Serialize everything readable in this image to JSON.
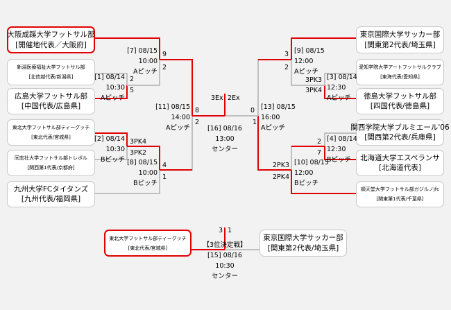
{
  "colors": {
    "winner_line": "#e00000",
    "loser_line": "#c0c0c0",
    "background": "#f2f2f2"
  },
  "teams": {
    "t1": {
      "name": "大阪成蹊大学フットサル部",
      "rep": "[開催地代表／大阪府]"
    },
    "t2": {
      "name": "新潟医療福祉大学フットサル部",
      "rep": "[北信越代表/新潟県]"
    },
    "t3": {
      "name": "広島大学フットサル部",
      "rep": "[中国代表/広島県]"
    },
    "t4": {
      "name": "東北大学フットサル部ティーグッチ",
      "rep": "[東北代表/宮城県]"
    },
    "t5": {
      "name": "同志社大学フットサル部トレボル",
      "rep": "[関西第1代表/京都府]"
    },
    "t6": {
      "name": "九州大学FCタイタンズ",
      "rep": "[九州代表/福岡県]"
    },
    "t7": {
      "name": "東京国際大学サッカー部",
      "rep": "[関東第2代表/埼玉県]"
    },
    "t8": {
      "name": "愛知学院大学アートフットサルクラブ",
      "rep": "[東海代表/愛知県]"
    },
    "t9": {
      "name": "徳島大学フットサル部",
      "rep": "[四国代表/徳島県]"
    },
    "t10": {
      "name": "関西学院大学ブルミエール'06",
      "rep": "[関西第2代表/兵庫県]"
    },
    "t11": {
      "name": "北海道大学エスペランサ",
      "rep": "[北海道代表]"
    },
    "t12": {
      "name": "順天堂大学フットサル部ガジルノjfc",
      "rep": "[関東第1代表/千葉県]"
    },
    "third_left": {
      "name": "東北大学フットサル部ティーグッチ",
      "rep": "[東北代表/宮城県]"
    },
    "third_right": {
      "name": "東京国際大学サッカー部",
      "rep": "[関東第2代表/埼玉県]"
    }
  },
  "matches": {
    "m1": {
      "no": "[1] 08/14",
      "time": "10:30",
      "pitch": "Aピッチ",
      "score_top": "2",
      "score_bottom": "5"
    },
    "m2": {
      "no": "[2] 08/14",
      "time": "10:30",
      "pitch": "Bピッチ",
      "score_top": "3PK4",
      "score_bottom": "3PK2"
    },
    "m3": {
      "no": "[3] 08/14",
      "time": "12:30",
      "pitch": "Aピッチ",
      "score_top": "3PK3",
      "score_bottom": "3PK4"
    },
    "m4": {
      "no": "[4] 08/14",
      "time": "12:30",
      "pitch": "Bピッチ",
      "score_top": "2",
      "score_bottom": "7"
    },
    "m7": {
      "no": "[7] 08/15",
      "time": "10:00",
      "pitch": "Aピッチ",
      "score_top": "9",
      "score_bottom": "2"
    },
    "m8": {
      "no": "[8] 08/15",
      "time": "10:00",
      "pitch": "Bピッチ",
      "score_top": "4",
      "score_bottom": "1"
    },
    "m9": {
      "no": "[9] 08/15",
      "time": "12:00",
      "pitch": "Aピッチ",
      "score_top": "3",
      "score_bottom": "2"
    },
    "m10": {
      "no": "[10] 08/15",
      "time": "12:00",
      "pitch": "Bピッチ",
      "score_top": "2PK3",
      "score_bottom": "2PK4"
    },
    "m11": {
      "no": "[11] 08/15",
      "time": "14:00",
      "pitch": "Aピッチ",
      "score_top": "8",
      "score_bottom": "2"
    },
    "m13": {
      "no": "[13] 08/15",
      "time": "16:00",
      "pitch": "Aピッチ",
      "score_top": "0",
      "score_bottom": "1"
    },
    "m16": {
      "no": "[16] 08/16",
      "time": "13:00",
      "pitch": "センター",
      "score_left": "3Ex",
      "score_right": "2Ex"
    },
    "m15": {
      "title": "【3位決定戦】",
      "no": "[15] 08/16",
      "time": "10:30",
      "pitch": "センター",
      "score_left": "3",
      "score_right": "1"
    }
  }
}
